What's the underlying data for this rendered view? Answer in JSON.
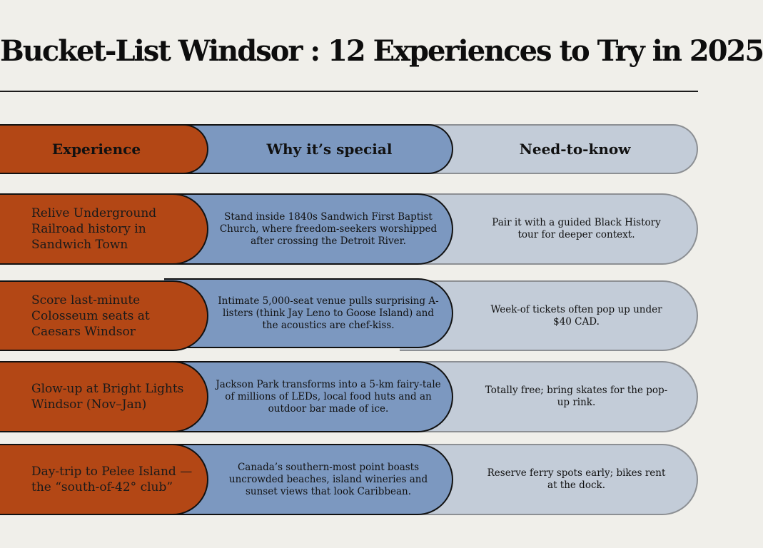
{
  "title": "Bucket-List Windsor : 12  Experiences to Try in 2025",
  "headers": {
    "experience": "Experience",
    "why": "Why it’s special",
    "need": "Need-to-know"
  },
  "rows": [
    {
      "experience": "Relive Underground Railroad history in Sandwich Town",
      "why": "Stand inside 1840s Sandwich First Baptist Church, where freedom-seekers worshipped after crossing the Detroit River.",
      "need": "Pair it with a guided Black History tour for deeper context."
    },
    {
      "experience": "Score last-minute Colosseum seats at Caesars Windsor",
      "why": "Intimate 5,000-seat venue pulls surprising A-listers (think Jay Leno to Goose Island) and the acoustics are chef-kiss.",
      "need": "Week-of tickets often pop up under $40 CAD."
    },
    {
      "experience": "Glow-up at Bright Lights Windsor (Nov–Jan)",
      "why": "Jackson Park transforms into a 5-km fairy-tale of millions of LEDs, local food huts and an outdoor bar made of ice.",
      "need": "Totally free; bring skates for the pop-up rink."
    },
    {
      "experience": "Day-trip to Pelee Island —the “south-of-42° club”",
      "why": "Canada’s southern-most point boasts uncrowded beaches, island wineries and sunset views that look Caribbean.",
      "need": "Reserve ferry spots early; bikes rent at the dock."
    }
  ],
  "colors": {
    "background": "#f0efea",
    "experience_fill": "#b34715",
    "why_fill": "#7c98c0",
    "need_fill": "#c3ccd8"
  }
}
